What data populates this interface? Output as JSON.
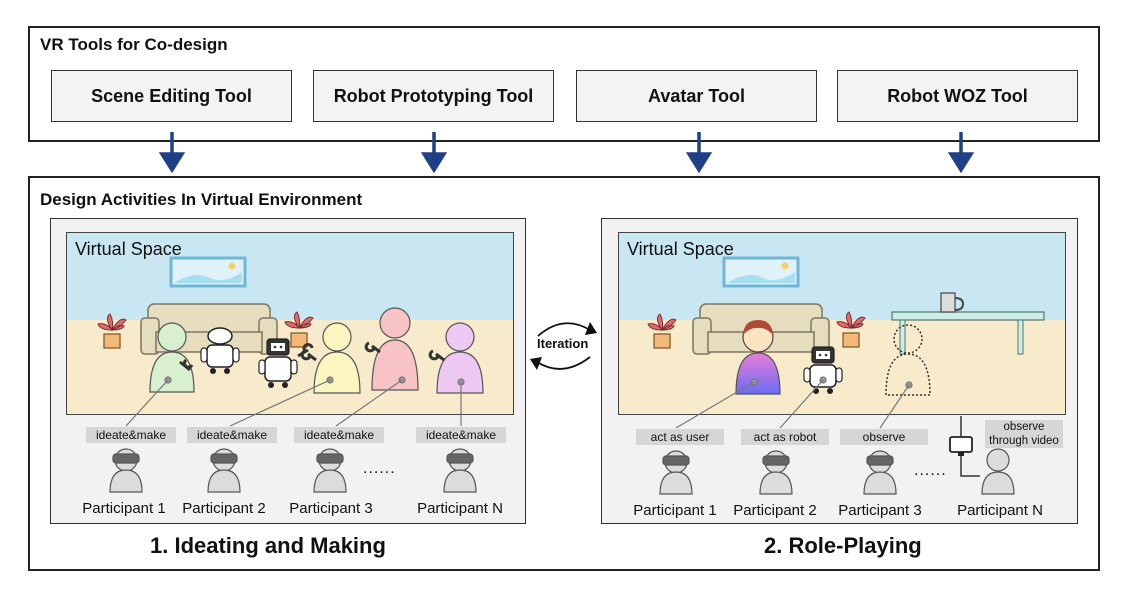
{
  "tools_section": {
    "title": "VR Tools for Co-design",
    "tools": [
      "Scene Editing Tool",
      "Robot Prototyping Tool",
      "Avatar Tool",
      "Robot WOZ Tool"
    ]
  },
  "activities_section": {
    "title": "Design Activities In Virtual Environment",
    "iteration_label": "Iteration",
    "panel_left": {
      "space_label": "Virtual Space",
      "tags": [
        "ideate&make",
        "ideate&make",
        "ideate&make",
        "ideate&make"
      ],
      "participants": [
        "Participant 1",
        "Participant 2",
        "Participant 3",
        "Participant N"
      ],
      "ellipsis": "......",
      "caption": "1. Ideating and Making"
    },
    "panel_right": {
      "space_label": "Virtual Space",
      "tags": [
        "act as user",
        "act as robot",
        "observe",
        "observe through video"
      ],
      "participants": [
        "Participant 1",
        "Participant 2",
        "Participant 3",
        "Participant N"
      ],
      "ellipsis": "......",
      "caption": "2. Role-Playing"
    }
  },
  "colors": {
    "arrow": "#1f3f86",
    "avatar_green": "#d9f0cf",
    "avatar_yellow": "#fbf6c0",
    "avatar_pink": "#f7c3c4",
    "avatar_purple": "#ecc8f3",
    "user_gradient_top": "#e97ed8",
    "user_gradient_bottom": "#6b6cf3"
  }
}
